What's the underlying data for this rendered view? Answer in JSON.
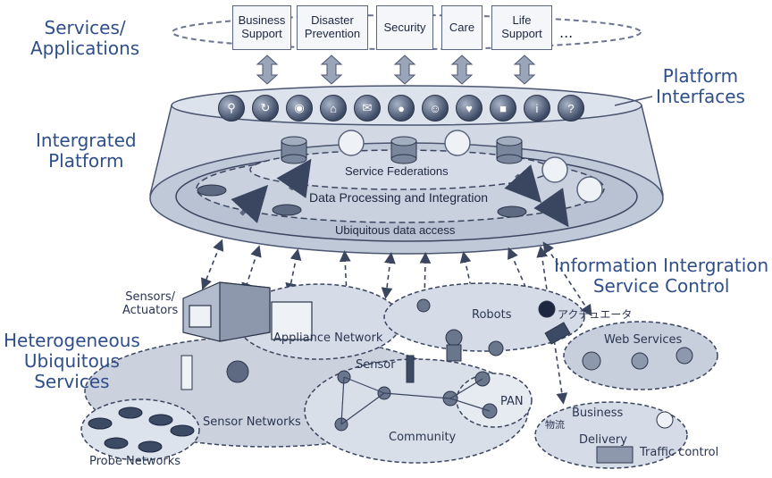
{
  "services_label": [
    "Services/",
    "Applications"
  ],
  "service_boxes": [
    {
      "label": [
        "Business",
        "Support"
      ]
    },
    {
      "label": [
        "Disaster",
        "Prevention"
      ]
    },
    {
      "label": [
        "Security"
      ]
    },
    {
      "label": [
        "Care"
      ]
    },
    {
      "label": [
        "Life",
        "Support"
      ]
    }
  ],
  "services_more": "...",
  "platform_interfaces_label": [
    "Platform",
    "Interfaces"
  ],
  "interface_icons": [
    "search-icon",
    "refresh-icon",
    "camera-icon",
    "home-icon",
    "mail-icon",
    "globe-icon",
    "people-icon",
    "heart-icon",
    "lock-icon",
    "info-icon",
    "help-icon"
  ],
  "integrated_platform_label": [
    "Intergrated",
    "Platform"
  ],
  "rings": {
    "service_federations": "Service Federations",
    "data_processing": "Data Processing and Integration",
    "ubiquitous_access": "Ubiquitous data access"
  },
  "info_integration_label": [
    "Information Intergration",
    "Service Control"
  ],
  "heterogeneous_label": [
    "Heterogeneous",
    "Ubiquitous",
    "Services"
  ],
  "clusters": {
    "sensors_actuators": [
      "Sensors/",
      "Actuators"
    ],
    "appliance_network": "Appliance Network",
    "robots": "Robots",
    "actuator_jp": "アクチュエータ",
    "web_services": "Web Services",
    "sensor": "Sensor",
    "pan": "PAN",
    "sensor_networks": "Sensor Networks",
    "community": "Community",
    "business": "Business",
    "logistics_jp": "物流",
    "delivery": "Delivery",
    "traffic_control": "Traffic control",
    "probe_networks": "Probe Networks"
  },
  "colors": {
    "title_blue": "#2f4f8a",
    "platform_fill": "#c3ccdb",
    "cluster_fill": "#d4dbe6",
    "dash": "#3a4560"
  }
}
